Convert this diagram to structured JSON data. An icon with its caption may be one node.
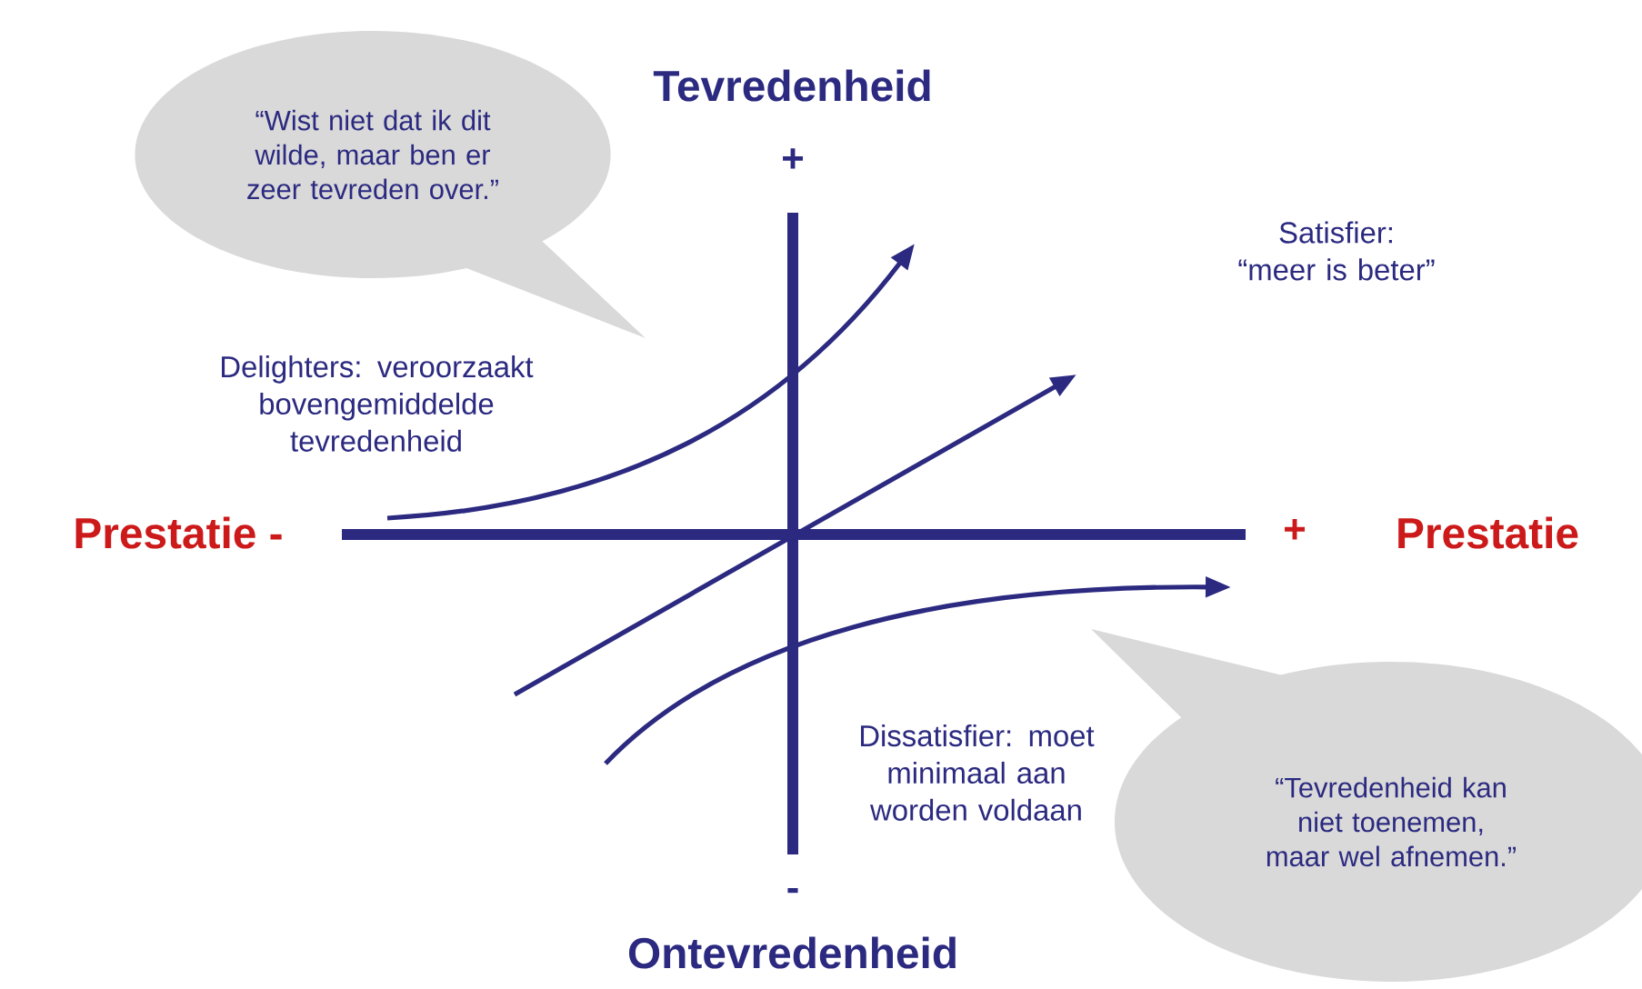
{
  "diagram": {
    "nodes": [
      {
        "text": [
          "“Wist niet dat ik dit wilde, maar ben er zeer tevreden over.”"
        ]
      },
      {
        "text": [
          "“Tevredenheid kan niet toenemen, maar wel afnemen.”"
        ]
      }
    ],
    "labels": [
      "Tevredenheid",
      "+",
      "Satisfier: “meer is beter”",
      "Delighters: veroorzaakt bovengemiddelde tevredenheid",
      "Prestatie -",
      "+",
      "Prestatie",
      "Dissatisfier: moet minimaal aan worden voldaan",
      "-",
      "Ontevredenheid"
    ]
  }
}
